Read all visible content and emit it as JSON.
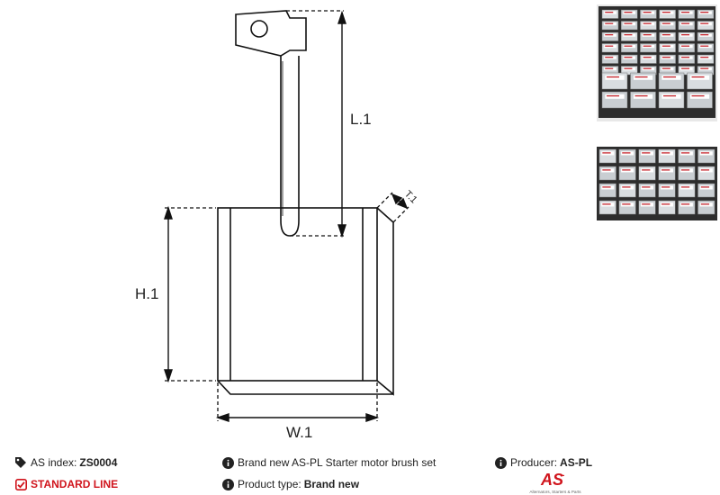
{
  "diagram": {
    "labels": {
      "length": "L.1",
      "height": "H.1",
      "width": "W.1",
      "thickness": "T.1"
    }
  },
  "info": {
    "as_index_label": "AS index:",
    "as_index_value": "ZS0004",
    "standard_line": "STANDARD LINE",
    "description": "Brand new AS-PL Starter motor brush set",
    "product_type_label": "Product type:",
    "product_type_value": "Brand new",
    "producer_label": "Producer:",
    "producer_value": "AS-PL"
  },
  "logo": {
    "mark": "AS",
    "tagline": "Alternators, Starters & Parts"
  },
  "colors": {
    "brand_red": "#d0141c",
    "text": "#222222",
    "line": "#111111"
  },
  "icons": {
    "as_index": "tags-icon",
    "standard_line": "check-square-icon",
    "description": "info-circle-icon",
    "product_type": "info-circle-icon",
    "producer": "info-circle-icon"
  }
}
